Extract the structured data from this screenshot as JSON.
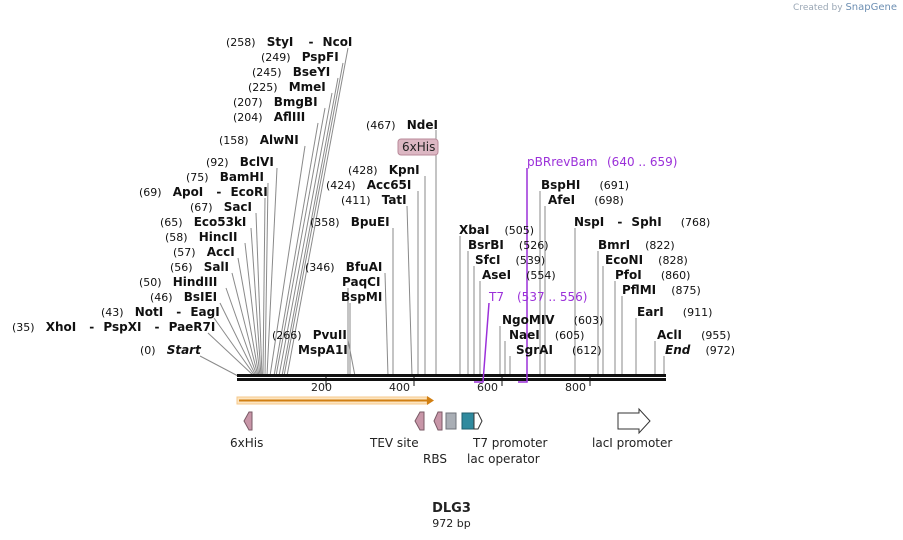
{
  "credit": {
    "prefix": "Created by",
    "brand": "SnapGene"
  },
  "map": {
    "name": "DLG3",
    "length_label": "972 bp",
    "length_bp": 972,
    "ticks": [
      "200",
      "400",
      "600",
      "800"
    ],
    "ends": {
      "start_label": "Start",
      "start_pos": "(0)",
      "end_label": "End",
      "end_pos": "(972)"
    }
  },
  "sites_left": [
    {
      "pos": "(258)",
      "name": "StyI",
      "name2": "NcoI"
    },
    {
      "pos": "(249)",
      "name": "PspFI"
    },
    {
      "pos": "(245)",
      "name": "BseYI"
    },
    {
      "pos": "(225)",
      "name": "MmeI"
    },
    {
      "pos": "(207)",
      "name": "BmgBI"
    },
    {
      "pos": "(204)",
      "name": "AflIII"
    },
    {
      "pos": "(158)",
      "name": "AlwNI"
    },
    {
      "pos": "(92)",
      "name": "BclVI"
    },
    {
      "pos": "(75)",
      "name": "BamHI"
    },
    {
      "pos": "(69)",
      "name": "ApoI",
      "name2": "EcoRI"
    },
    {
      "pos": "(67)",
      "name": "SacI"
    },
    {
      "pos": "(65)",
      "name": "Eco53kI"
    },
    {
      "pos": "(58)",
      "name": "HincII"
    },
    {
      "pos": "(57)",
      "name": "AccI"
    },
    {
      "pos": "(56)",
      "name": "SalI"
    },
    {
      "pos": "(50)",
      "name": "HindIII"
    },
    {
      "pos": "(46)",
      "name": "BsIEI"
    },
    {
      "pos": "(43)",
      "name": "NotI",
      "name2": "EagI"
    },
    {
      "pos": "(35)",
      "name": "XhoI",
      "name2": "PspXI",
      "name3": "PaeR7I"
    }
  ],
  "sites_middle": [
    {
      "pos": "(467)",
      "name": "NdeI"
    },
    {
      "pos": "(428)",
      "name": "KpnI"
    },
    {
      "pos": "(424)",
      "name": "Acc65I"
    },
    {
      "pos": "(411)",
      "name": "TatI"
    },
    {
      "pos": "(358)",
      "name": "BpuEI"
    },
    {
      "pos": "(346)",
      "name": "BfuAI"
    },
    {
      "name": "PaqCI"
    },
    {
      "name": "BspMI"
    },
    {
      "pos": "(266)",
      "name": "PvuII"
    },
    {
      "name": "MspA1I"
    }
  ],
  "sites_right": [
    {
      "name": "XbaI",
      "pos": "(505)"
    },
    {
      "name": "BsrBI",
      "pos": "(526)"
    },
    {
      "name": "SfcI",
      "pos": "(539)"
    },
    {
      "name": "AseI",
      "pos": "(554)"
    },
    {
      "name": "NgoMIV",
      "pos": "(603)"
    },
    {
      "name": "NaeI",
      "pos": "(605)"
    },
    {
      "name": "SgrAI",
      "pos": "(612)"
    },
    {
      "name": "BspHI",
      "pos": "(691)"
    },
    {
      "name": "AfeI",
      "pos": "(698)"
    },
    {
      "name": "NspI",
      "name2": "SphI",
      "pos": "(768)"
    },
    {
      "name": "BmrI",
      "pos": "(822)"
    },
    {
      "name": "EcoNI",
      "pos": "(828)"
    },
    {
      "name": "PfoI",
      "pos": "(860)"
    },
    {
      "name": "PflMI",
      "pos": "(875)"
    },
    {
      "name": "EarI",
      "pos": "(911)"
    },
    {
      "name": "AclI",
      "pos": "(955)"
    }
  ],
  "features": {
    "his_tag_label": "6xHis",
    "his_tag_box": "6xHis",
    "tev_label": "TEV site",
    "rbs_label": "RBS",
    "t7_promoter_label": "T7 promoter",
    "lac_operator_label": "lac operator",
    "laci_promoter_label": "lacI promoter"
  },
  "primers": [
    {
      "name": "pBRrevBam",
      "range": "(640 .. 659)"
    },
    {
      "name": "T7",
      "range": "(537 .. 556)"
    }
  ],
  "colors": {
    "primer": "#9b30d9",
    "orf": "#f0a030",
    "his_feature": "#c896a8",
    "rbs": "#a9aeb5",
    "lac_operator": "#2f8a9e"
  }
}
